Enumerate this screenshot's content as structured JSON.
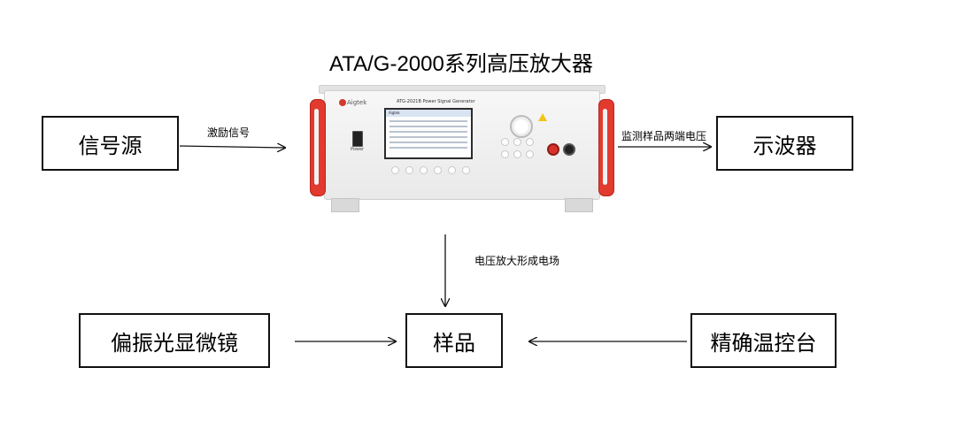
{
  "title": "ATA/G-2000系列高压放大器",
  "nodes": {
    "signal_source": "信号源",
    "oscilloscope": "示波器",
    "polarizing_microscope": "偏振光显微镜",
    "sample": "样品",
    "temperature_stage": "精确温控台"
  },
  "edges": {
    "excitation_signal": "激励信号",
    "monitor_voltage": "监测样品两端电压",
    "voltage_field": "电压放大形成电场"
  },
  "device": {
    "brand": "Aigtek",
    "model": "ATG-2021B Power Signal Generator",
    "power_label": "Power",
    "screen_header": "Aigtek",
    "accent_color": "#e23a2e"
  }
}
